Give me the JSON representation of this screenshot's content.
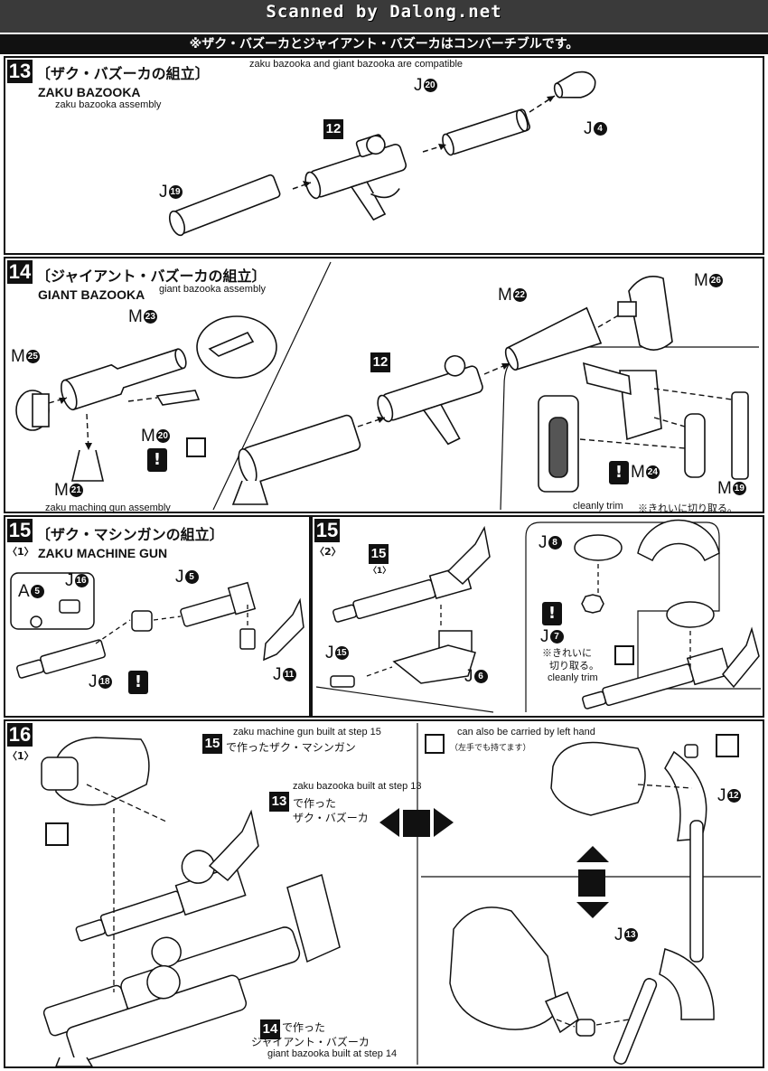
{
  "header": {
    "scan_credit": "Scanned by Dalong.net"
  },
  "note_bar": "※ザク・バズーカとジャイアント・バズーカはコンバーチブルです。",
  "step13": {
    "number": "13",
    "title_jp": "〔ザク・バズーカの組立〕",
    "title_en": "ZAKU BAZOOKA",
    "annotation_top": "zaku bazooka and giant bazooka are compatible",
    "annotation_sub": "zaku bazooka assembly",
    "parts": [
      {
        "letter": "J",
        "num": "20"
      },
      {
        "letter": "J",
        "num": "4"
      },
      {
        "letter": "J",
        "num": "19"
      }
    ],
    "subassembly": "12"
  },
  "step14": {
    "number": "14",
    "title_jp": "〔ジャイアント・バズーカの組立〕",
    "title_en": "GIANT BAZOOKA",
    "annotation_sub": "giant bazooka assembly",
    "parts": [
      {
        "letter": "M",
        "num": "23"
      },
      {
        "letter": "M",
        "num": "25"
      },
      {
        "letter": "M",
        "num": "20"
      },
      {
        "letter": "M",
        "num": "21"
      },
      {
        "letter": "M",
        "num": "22"
      },
      {
        "letter": "M",
        "num": "26"
      },
      {
        "letter": "M",
        "num": "24"
      },
      {
        "letter": "M",
        "num": "19"
      }
    ],
    "subassembly": "12",
    "warn_symbol": "!",
    "annotation_gun": "zaku maching gun assembly",
    "trim_en": "cleanly trim",
    "trim_jp": "※きれいに切り取る。"
  },
  "step15_1": {
    "number": "15",
    "sub": "〈1〉",
    "title_jp": "〔ザク・マシンガンの組立〕",
    "title_en": "ZAKU MACHINE GUN",
    "parts": [
      {
        "letter": "A",
        "num": "5"
      },
      {
        "letter": "J",
        "num": "16"
      },
      {
        "letter": "J",
        "num": "5"
      },
      {
        "letter": "J",
        "num": "11"
      },
      {
        "letter": "J",
        "num": "18"
      }
    ],
    "warn_symbol": "!"
  },
  "step15_2": {
    "number": "15",
    "sub": "〈2〉",
    "ref_num": "15",
    "ref_sub": "〈1〉",
    "parts": [
      {
        "letter": "J",
        "num": "8"
      },
      {
        "letter": "J",
        "num": "7"
      },
      {
        "letter": "J",
        "num": "15"
      },
      {
        "letter": "J",
        "num": "6"
      }
    ],
    "warn_symbol": "!",
    "trim_jp_1": "※きれいに",
    "trim_jp_2": "切り取る。",
    "trim_en": "cleanly trim"
  },
  "step16": {
    "number": "16",
    "sub": "〈1〉",
    "ref15_num": "15",
    "ref15_jp": "で作ったザク・マシンガン",
    "ref15_en": "zaku machine gun built at step 15",
    "ref13_num": "13",
    "ref13_jp_1": "で作った",
    "ref13_jp_2": "ザク・バズーカ",
    "ref13_en": "zaku bazooka built at step 13",
    "ref14_num": "14",
    "ref14_jp_1": "で作った",
    "ref14_jp_2": "ジャイアント・バズーカ",
    "ref14_en": "giant bazooka built at step 14",
    "left_hand_en": "can also be carried by left hand",
    "left_hand_jp": "（左手でも持てます）",
    "parts": [
      {
        "letter": "J",
        "num": "12"
      },
      {
        "letter": "J",
        "num": "13"
      }
    ]
  }
}
